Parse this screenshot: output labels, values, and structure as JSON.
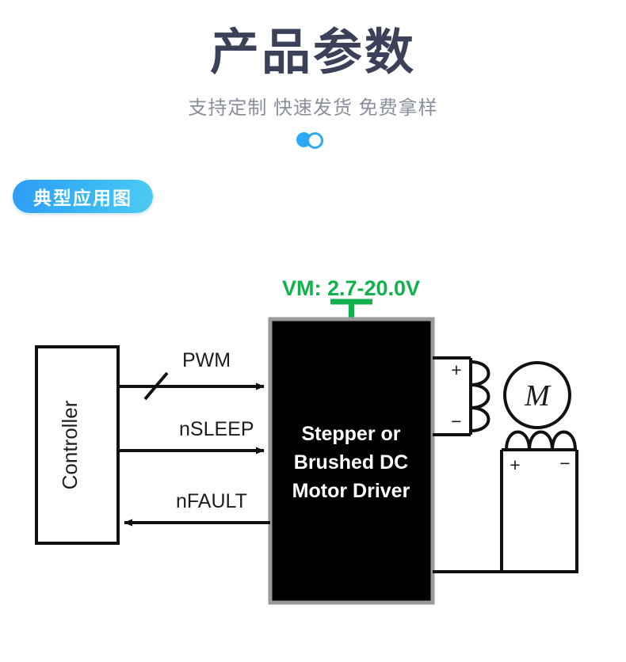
{
  "header": {
    "title": "产品参数",
    "subtitle": "支持定制 快速发货 免费拿样",
    "ornament": {
      "filled_disc": "filled-circle-icon",
      "ring_disc": "outline-circle-icon",
      "color": "#2ea7f5"
    }
  },
  "section_badge": {
    "label": "典型应用图",
    "gradient_from": "#2f9cf7",
    "gradient_to": "#4ecbf2",
    "text_color": "#ffffff"
  },
  "diagram": {
    "type": "block-schematic",
    "supply": {
      "label": "VM: 2.7-20.0V",
      "color": "#11b24b",
      "symbol": "supply-rail-icon"
    },
    "controller_block": {
      "label": "Controller",
      "orientation": "vertical",
      "fill": "#ffffff",
      "stroke": "#111111"
    },
    "driver_block": {
      "lines": [
        "Stepper or",
        "Brushed DC",
        "Motor Driver"
      ],
      "fill": "#000000",
      "stroke": "#9a9a9a",
      "text_color": "#ffffff"
    },
    "signals": [
      {
        "name": "PWM",
        "direction": "controller-to-driver",
        "bus": true
      },
      {
        "name": "nSLEEP",
        "direction": "controller-to-driver",
        "bus": false
      },
      {
        "name": "nFAULT",
        "direction": "driver-to-controller",
        "bus": false
      }
    ],
    "load": {
      "winding_a": {
        "orientation": "vertical",
        "turns": 3,
        "plus": "+",
        "minus": "−"
      },
      "winding_b": {
        "orientation": "horizontal",
        "turns": 3,
        "plus": "+",
        "minus": "−"
      },
      "motor": {
        "symbol": "motor-circle-icon",
        "label": "M"
      }
    },
    "wire_color": "#111111"
  }
}
